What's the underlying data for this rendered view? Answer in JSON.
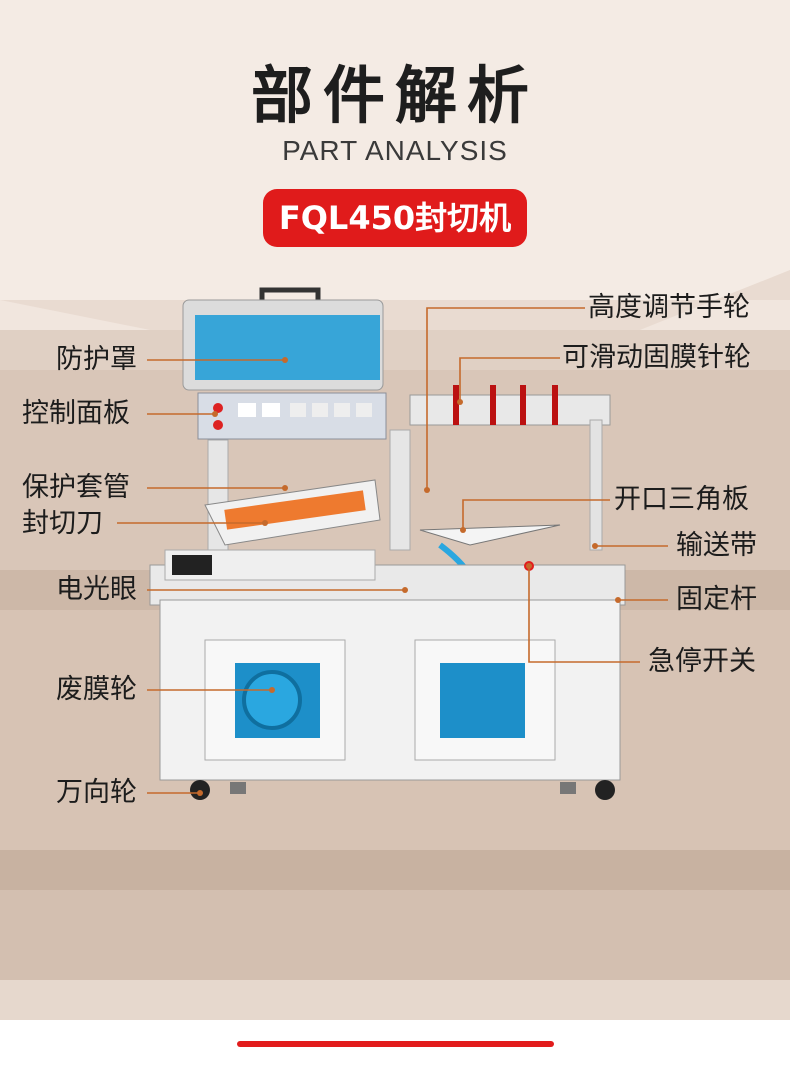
{
  "header": {
    "title": "部件解析",
    "subtitle": "PART ANALYSIS",
    "model": "FQL450封切机"
  },
  "labels": {
    "left": [
      "防护罩",
      "控制面板",
      "保护套管",
      "封切刀",
      "电光眼",
      "废膜轮",
      "万向轮"
    ],
    "right": [
      "高度调节手轮",
      "可滑动固膜针轮",
      "开口三角板",
      "输送带",
      "固定杆",
      "急停开关"
    ]
  },
  "colors": {
    "accent": "#e01b1b",
    "leader": "#c56a2c",
    "machine_cover": "#1a9bd7"
  }
}
